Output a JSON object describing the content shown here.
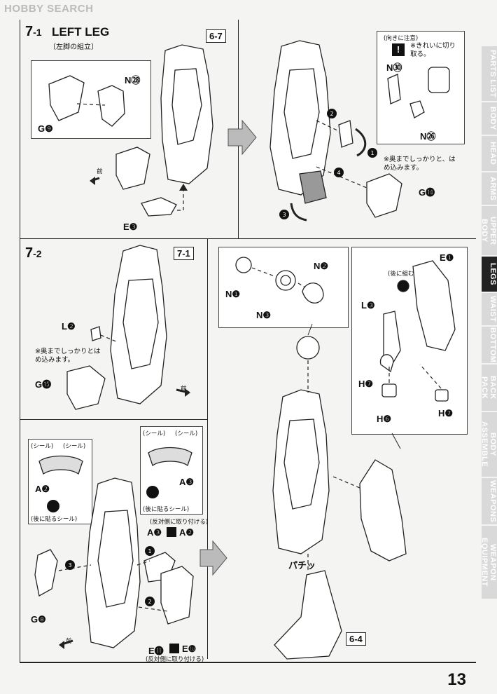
{
  "watermark": {
    "brand": "HOBBY SEARCH"
  },
  "section_7_1": {
    "step": "7",
    "substep": "-1",
    "title": "LEFT LEG",
    "subtitle": "〔左脚の組立〕",
    "ref": "6-7",
    "labels": {
      "n28": "N㉘",
      "g9": "G❾",
      "e3": "E❸",
      "front": "前"
    },
    "caution_header": "(向きに注意)",
    "caution_note": "※きれいに切り取る。",
    "labels_right": {
      "n30": "N㉚",
      "n26": "N㉖",
      "g14": "G⓮"
    },
    "note_press": "※奥までしっかりと、はめ込みます。"
  },
  "section_7_2": {
    "step": "7",
    "substep": "-2",
    "ref_top": "7-1",
    "labels": {
      "l2": "L❷",
      "g15": "G⓯",
      "front": "前"
    },
    "note_press": "※奥までしっかりとはめ込みます。",
    "joint_labels": {
      "n1": "N❶",
      "n2": "N❷",
      "n3": "N❸"
    },
    "arm_labels": {
      "e1": "E❶",
      "l3": "L❸",
      "h7a": "H❼",
      "h6": "H❻",
      "h7b": "H❼",
      "later": "(後に組む)"
    },
    "sticker_left": {
      "seal1": "(シール)",
      "seal2": "(シール)",
      "a2": "A❷",
      "after": "(後に貼るシール)"
    },
    "sticker_right": {
      "seal1": "(シール)",
      "seal2": "(シール)",
      "a3": "A❸",
      "after": "(後に貼るシール)"
    },
    "swap_top": {
      "note": "(反対側に取り付ける)",
      "a3": "A❸",
      "a2": "A❷"
    },
    "lower_labels": {
      "g8": "G❽",
      "e11": "E⓫",
      "e10": "E❿",
      "front": "前",
      "swap_note": "(反対側に取り付ける)"
    },
    "click": "パチッ",
    "ref_bottom": "6-4"
  },
  "tabs": [
    {
      "label": "PARTS LIST",
      "active": false
    },
    {
      "label": "BODY",
      "active": false
    },
    {
      "label": "HEAD",
      "active": false
    },
    {
      "label": "ARMS",
      "active": false
    },
    {
      "label": "UPPER BODY",
      "active": false
    },
    {
      "label": "LEGS",
      "active": true
    },
    {
      "label": "WAIST",
      "active": false
    },
    {
      "label": "BOTTOM",
      "active": false
    },
    {
      "label": "BACK PACK",
      "active": false
    },
    {
      "label": "BODY ASSEMBLE",
      "active": false
    },
    {
      "label": "WEAPONS",
      "active": false
    },
    {
      "label": "WEAPON EQUIPMENT",
      "active": false
    }
  ],
  "page_number": "13"
}
